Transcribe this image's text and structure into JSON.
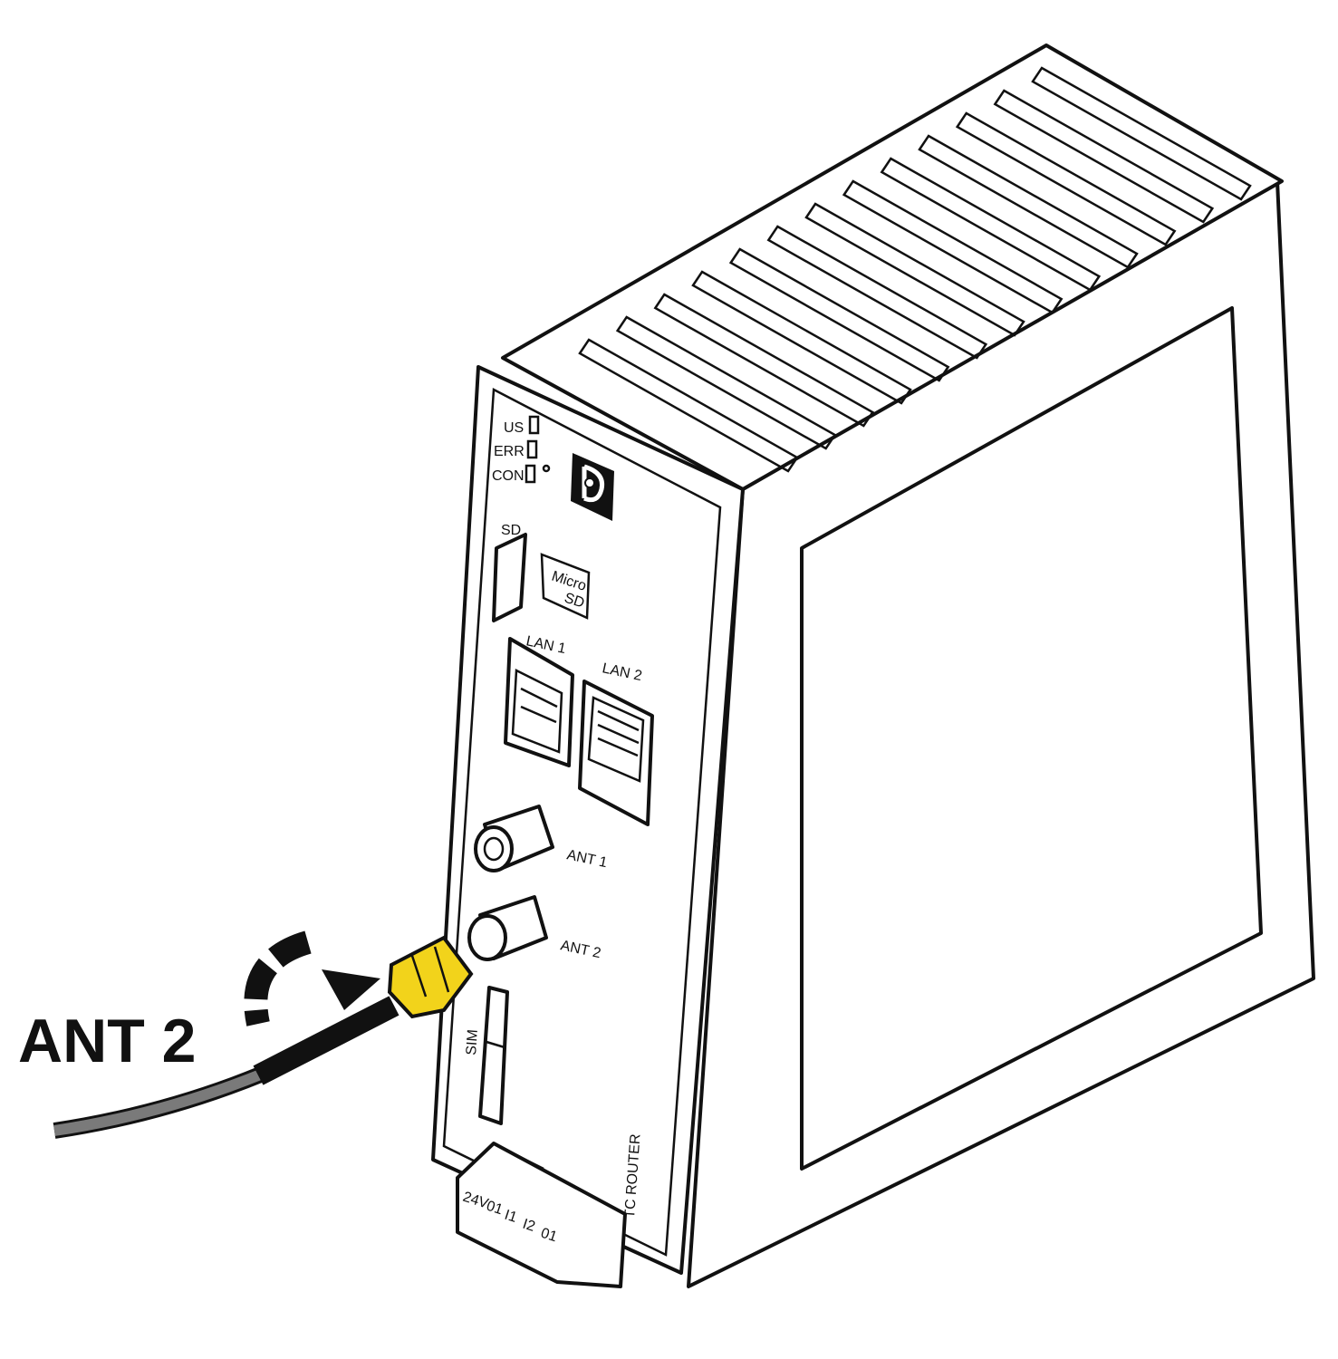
{
  "callout": {
    "label": "ANT 2"
  },
  "device": {
    "name": "TC ROUTER",
    "leds": [
      "US",
      "ERR",
      "CON"
    ],
    "sd_slot_label": "SD",
    "microsd_label_line1": "Micro",
    "microsd_label_line2": "SD",
    "lan1": "LAN 1",
    "lan2": "LAN 2",
    "ant1": "ANT 1",
    "ant2": "ANT 2",
    "sim": "SIM",
    "terminals": [
      "24V",
      "01",
      "I1",
      "I2",
      "01"
    ]
  },
  "colors": {
    "connector": "#f2d31b",
    "cable": "#7a7a7a",
    "outline": "#111111"
  }
}
